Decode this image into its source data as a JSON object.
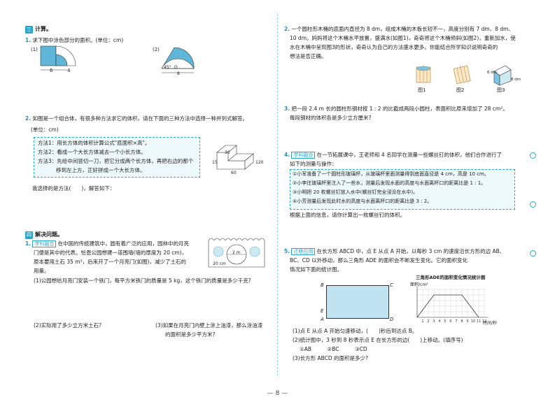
{
  "left": {
    "sec3_mark": "三",
    "sec3_title": "计算。",
    "q1_num": "1.",
    "q1_text": "求下图中涂色部分的面积。(单位：cm)",
    "q1_fig1_label": "(1)",
    "q1_fig1_dim_a": "6",
    "q1_fig1_dim_b": "4",
    "q1_fig2_label": "(2)",
    "q1_fig2_angle": "45°",
    "q1_fig2_center": "O",
    "q1_fig2_dim": "8",
    "q2_num": "2.",
    "q2_text_l1": "如图是一个组合体，有很多种方法求它的体积，请在下面的三种方法中选择一种并列式解答。",
    "q2_text_l2": "(单位：cm)",
    "method1": "方法1：用长方体的体积计算公式\"底面积×高\"。",
    "method2": "方法2：看成一个大长方体减去一个小长方体。",
    "method3_l1": "方法3：先给中间竖切一刀，把它分成两个长方体，再把右边的那个",
    "method3_l2": "移到左上方，正好拼成一个大长方体。",
    "solid_d1": "30",
    "solid_d2": "15",
    "solid_d3": "60",
    "solid_d4": "120",
    "q2_choice": "我选择的是方法(　　)，解答如下：",
    "sec4_mark": "四",
    "sec4_title": "解决问题。",
    "p1_num": "1.",
    "p1_tag": "学科融合",
    "p1_l1": "在中国的传统建筑中，圆有着广泛的应用，园林中的月亮",
    "p1_l2": "门便是其中的代表。恰恩公园想建一道围墙(墙的厚度为 20 cm)，",
    "p1_l3": "原本要用土石 35 m³，后来开了一个月亮门(如图)，减少了土石的",
    "p1_l4": "用量。",
    "wall_d1": "2 m",
    "wall_d2": "20 cm",
    "p1_sub1": "(1)公园想给月亮门安装一个铁门，每平方米铁门的质量是 5 kg，这个铁门的质量是多少千克?",
    "p1_sub2": "(2)实际用了多少立方米土石?",
    "p1_sub3_l1": "(3)如果在月亮门内壁上涂上油漆，那么涂油漆",
    "p1_sub3_l2": "的面积是多少平方米?"
  },
  "right": {
    "r2_num": "2.",
    "r2_l1": "一个圆柱形木桶的底面内直径为 8 dm，组成木桶的木板长短不一，高度分别有 7 dm、8 dm、",
    "r2_l2": "10 dm。妈妈将这个木桶水平放置，盛满水(如图1)，奇奇将这个木桶倾斜(如图2)，重新加水，使",
    "r2_l3": "水在木桶中呈现图3的形状，奇奇认为自己的方法盛水更多。你能结合所学知识说明奇奇的",
    "r2_l4": "想法是否正确。",
    "fig1": "图1",
    "fig2": "图2",
    "fig3": "图3",
    "fig3_d1": "6 dm",
    "fig3_d2": "8 dm",
    "r3_num": "3.",
    "r3_l1": "把一段 2.4 m 长的圆柱形钢材按 1 : 2 的比截成两段小圆柱，表面积比原来增加了 28 cm²。",
    "r3_l2": "每段钢材的体积各是多少立方厘米?",
    "r4_num": "4.",
    "r4_tag": "学科融合",
    "r4_l1": "在一节拓展课中，王老师和 4 名同学在测量一些螺丝钉的体积，他们合作进行了",
    "r4_l2": "如下的测量与操作：",
    "r4_s1": "①小军准备了一个圆柱形玻璃杯，从玻璃杯里面测量得到底面直径是 4 cm，高是 10 cm。",
    "r4_s2": "②小李往玻璃杯里注入了一些水，测量后发现水面的高度与水面离杯口的距离比是 1 : 1。",
    "r4_s3": "③小明把 20 枚螺丝钉放入水中(螺丝钉完全浸没在水中)。",
    "r4_s4": "④小芳测量后发现此时水的高度与水面离杯口的距离比是 3 : 2。",
    "r4_end": "根据上面的信息，请你计算出一枚螺丝钉的体积。",
    "r5_num": "5.",
    "r5_tag": "迁移应用",
    "r5_l1": "在长方形 ABCD 中，点 E 从点 A 开始，以每秒 3 cm 的速度沿长方形的边 AB、",
    "r5_l2": "BC、CD 以外移动，那么三角形 ADE 的面积会不断发生变化。它的面积变化",
    "r5_l3": "情况如下面的统计图。",
    "chart_title": "三角形ADE的面积变化情况统计图",
    "chart_ylabel": "面积/cm²",
    "chart_xlabel": "时间/秒",
    "chart_xticks": [
      "1",
      "2",
      "3",
      "4",
      "5",
      "6",
      "7",
      "8",
      "9",
      "10",
      "11",
      "12"
    ],
    "rect_B": "B",
    "rect_C": "C",
    "rect_A": "A",
    "rect_D": "D",
    "rect_E": "E",
    "r5_q1": "(1)点 E 从点 A 开始匀速移动，(　　)秒后到达点 B。",
    "r5_q2": "(2)统计图中，3 秒到 8 秒表示点 E 在长方形的边(　　)上移动。(填序号)",
    "r5_opts": "①AB　　　②BC　　　③CD",
    "r5_q3": "(3)长方形 ABCD 的面积是多少?"
  },
  "page_number": "— 8 —",
  "colors": {
    "accent": "#2aa6c9",
    "box_bg": "#eef9fc"
  }
}
